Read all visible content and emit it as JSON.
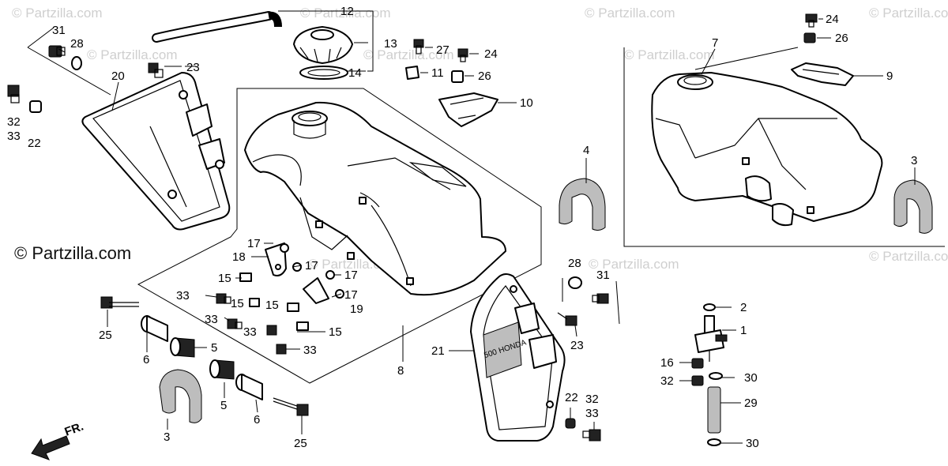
{
  "watermark": {
    "small": "© Partzilla.com",
    "large": "© Partzilla.com"
  },
  "direction_label": "FR.",
  "labels": {
    "p12": "12",
    "p13": "13",
    "p14": "14",
    "p31": "31",
    "p28a": "28",
    "p23a": "23",
    "p20": "20",
    "p32a": "32",
    "p33a": "33",
    "p22a": "22",
    "p27": "27",
    "p24a": "24",
    "p11": "11",
    "p26a": "26",
    "p10": "10",
    "p7": "7",
    "p24b": "24",
    "p26b": "26",
    "p9": "9",
    "p4": "4",
    "p3a": "3",
    "p17a": "17",
    "p18": "18",
    "p17b": "17",
    "p15a": "15",
    "p17c": "17",
    "p33b": "33",
    "p15b": "15",
    "p15c": "15",
    "p17d": "17",
    "p19": "19",
    "p33c": "33",
    "p33d": "33",
    "p15d": "15",
    "p33e": "33",
    "p25a": "25",
    "p6a": "6",
    "p5a": "5",
    "p8": "8",
    "p5b": "5",
    "p6b": "6",
    "p3b": "3",
    "p25b": "25",
    "p28b": "28",
    "p31b": "31",
    "p21": "21",
    "p23b": "23",
    "p22b": "22",
    "p32b": "32",
    "p33f": "33",
    "p2": "2",
    "p1": "1",
    "p16": "16",
    "p30a": "30",
    "p32c": "32",
    "p29": "29",
    "p30b": "30"
  },
  "badge_text": "500 HONDA"
}
